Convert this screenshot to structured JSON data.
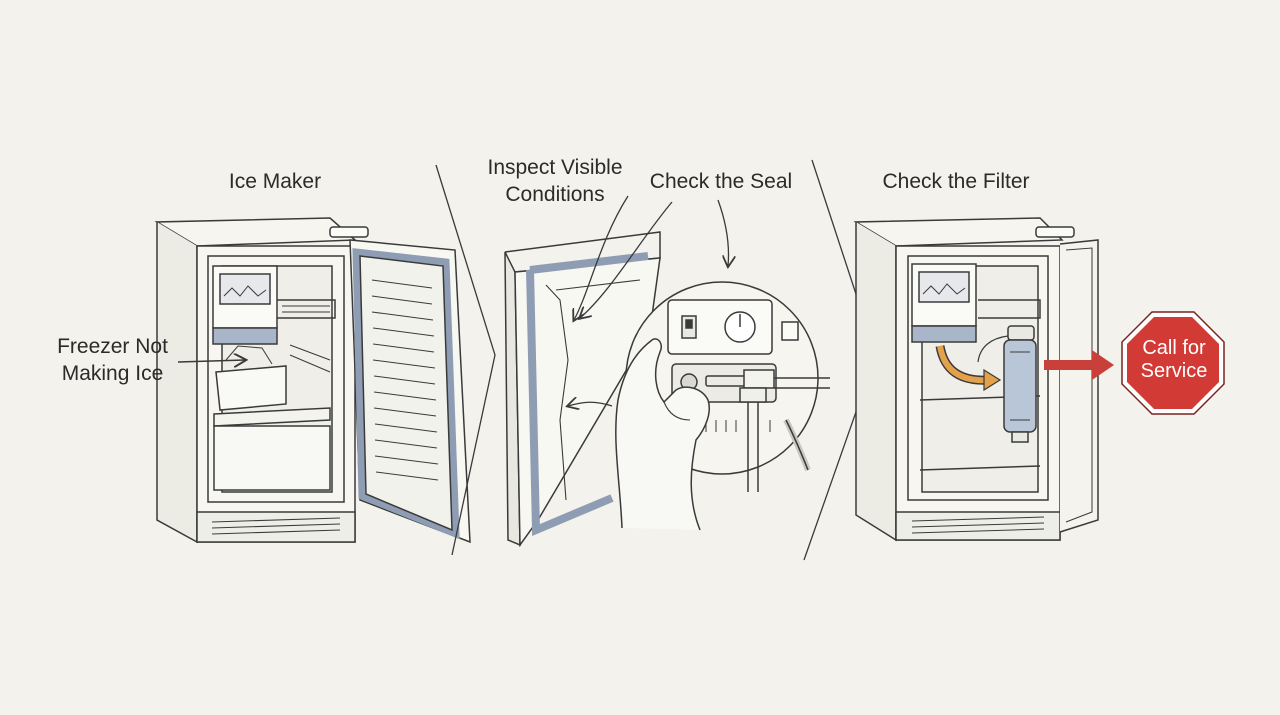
{
  "labels": {
    "ice_maker": "Ice Maker",
    "inspect_line1": "Inspect Visible",
    "inspect_line2": "Conditions",
    "check_seal": "Check the Seal",
    "check_filter": "Check the Filter",
    "freezer_line1": "Freezer Not",
    "freezer_line2": "Making Ice",
    "service_line1": "Call for",
    "service_line2": "Service"
  },
  "colors": {
    "background": "#f3f2ec",
    "line": "#3a3a3a",
    "gasket": "#8f9db4",
    "stop_sign": "#d23a35",
    "arrow_red": "#c9403b",
    "arrow_orange": "#e2a14a",
    "filter_blue": "#b9c6d8"
  },
  "icons": [
    "freezer-open-illustration",
    "door-seal-illustration",
    "control-panel-illustration",
    "filter-freezer-illustration",
    "stop-sign-icon"
  ]
}
